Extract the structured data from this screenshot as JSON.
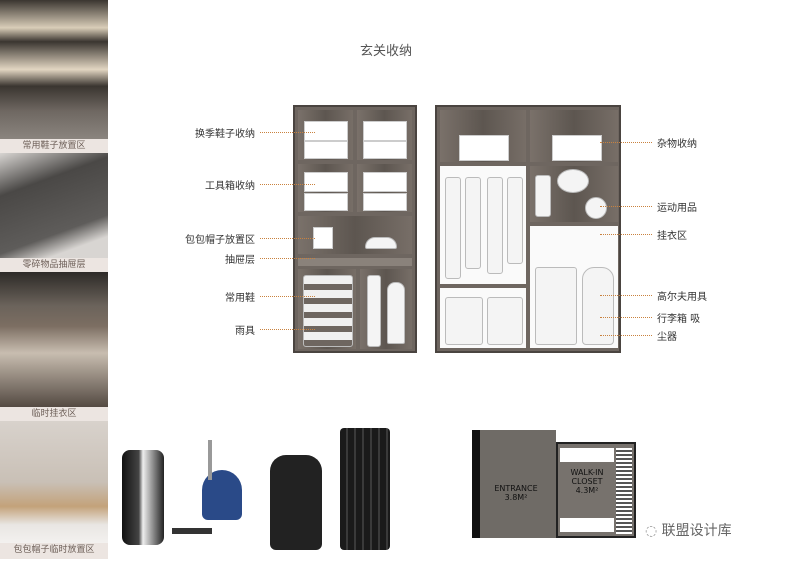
{
  "title": "玄关收纳",
  "side_photos": [
    {
      "caption": "常用鞋子放置区"
    },
    {
      "caption": "零碎物品抽屉层"
    },
    {
      "caption": "临时挂衣区"
    },
    {
      "caption": "包包帽子临时放置区"
    }
  ],
  "left_labels": [
    "换季鞋子收纳",
    "工具箱收纳",
    "包包帽子放置区",
    "抽屉层",
    "常用鞋",
    "雨具"
  ],
  "right_labels": [
    "杂物收纳",
    "运动用品",
    "挂衣区",
    "高尔夫用具",
    "行李箱 吸",
    "尘器"
  ],
  "floorplan": {
    "entrance": "ENTRANCE",
    "entrance_area": "3.8M²",
    "closet": "WALK-IN CLOSET",
    "closet_line1": "WALK-IN",
    "closet_line2": "CLOSET",
    "closet_area": "4.3M²"
  },
  "watermark": "联盟设计库"
}
